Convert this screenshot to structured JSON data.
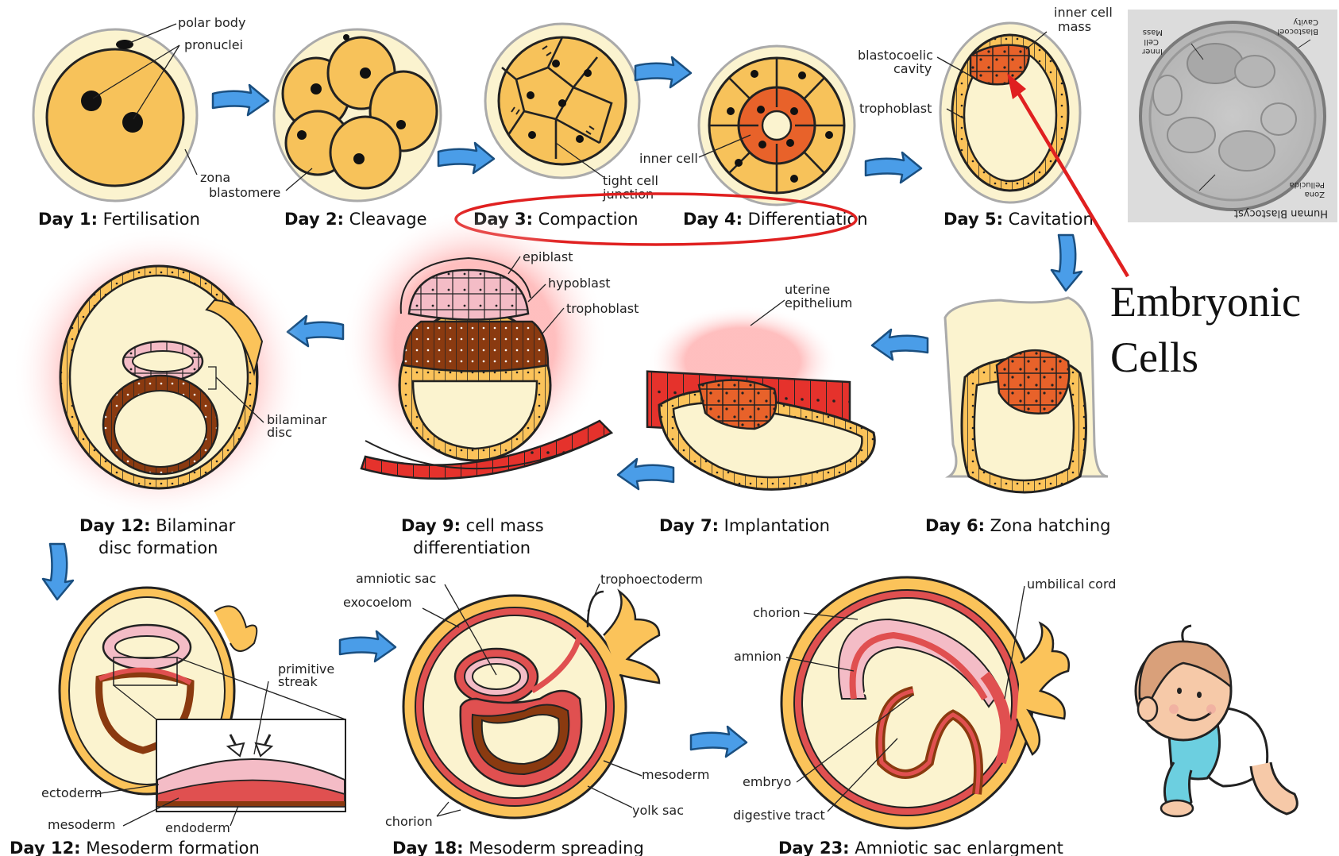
{
  "labels": {
    "polar_body": "polar body",
    "pronuclei": "pronuclei",
    "zona": "zona",
    "blastomere": "blastomere",
    "tight_cell": "tight cell",
    "junction": "junction",
    "inner_cell": "inner cell",
    "inner_cell_mass_1": "inner cell",
    "inner_cell_mass_2": "mass",
    "blastocoelic_1": "blastocoelic",
    "blastocoelic_2": "cavity",
    "trophoblast": "trophoblast",
    "uterine_1": "uterine",
    "uterine_2": "epithelium",
    "epiblast": "epiblast",
    "hypoblast": "hypoblast",
    "trophoblast2": "trophoblast",
    "bilaminar_1": "bilaminar",
    "bilaminar_2": "disc",
    "primitive_1": "primitive",
    "primitive_2": "streak",
    "ectoderm": "ectoderm",
    "mesoderm": "mesoderm",
    "endoderm": "endoderm",
    "amniotic_sac": "amniotic sac",
    "exocoelom": "exocoelom",
    "trophoectoderm": "trophoectoderm",
    "mesoderm2": "mesoderm",
    "yolk_sac": "yolk sac",
    "chorion": "chorion",
    "chorion2": "chorion",
    "amnion": "amnion",
    "umbilical_cord": "umbilical cord",
    "embryo": "embryo",
    "digestive_tract": "digestive tract"
  },
  "photo": {
    "title": "Human Blastocyst",
    "inner_1": "Inner",
    "inner_2": "Cell",
    "inner_3": "Mass",
    "zona_1": "Zona",
    "zona_2": "Pellucida",
    "cavity_1": "Blastocoel",
    "cavity_2": "Cavity"
  },
  "callout": {
    "line1": "Embryonic",
    "line2": "Cells"
  },
  "stages": [
    {
      "day": "Day 1:",
      "name": "Fertilisation"
    },
    {
      "day": "Day 2:",
      "name": "Cleavage"
    },
    {
      "day": "Day 3:",
      "name": "Compaction"
    },
    {
      "day": "Day 4:",
      "name": "Differentiation"
    },
    {
      "day": "Day 5:",
      "name": "Cavitation"
    },
    {
      "day": "Day 6:",
      "name": "Zona hatching"
    },
    {
      "day": "Day 7:",
      "name": "Implantation"
    },
    {
      "day": "Day 9:",
      "name": "cell mass",
      "name2": "differentiation"
    },
    {
      "day": "Day 12:",
      "name": "Bilaminar",
      "name2": "disc formation"
    },
    {
      "day": "Day 12:",
      "name": "Mesoderm formation"
    },
    {
      "day": "Day 18:",
      "name": "Mesoderm spreading"
    },
    {
      "day": "Day 23:",
      "name": "Amniotic sac enlargment"
    }
  ],
  "colors": {
    "zona": "#fbf3cf",
    "cell": "#fbc35a",
    "inner": "#e8622a",
    "hypoblast": "#f2b8c0",
    "trophoblast_dark": "#8a3a10",
    "uterine": "#e5322c",
    "arrow": "#4a9de8",
    "highlight": "#e02020",
    "mesoderm": "#e05050"
  }
}
